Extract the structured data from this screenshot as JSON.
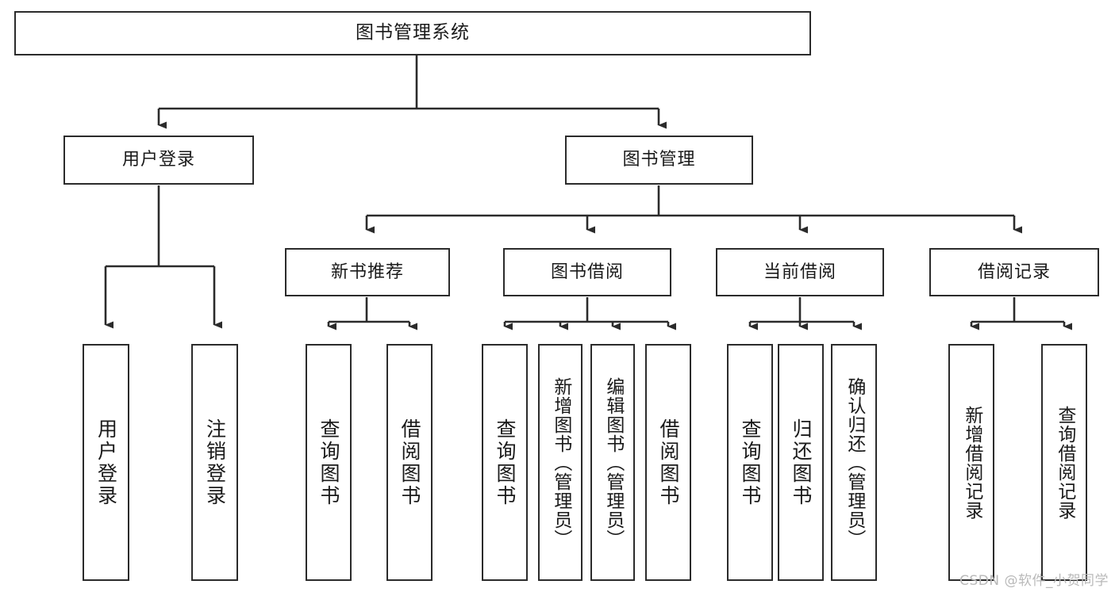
{
  "diagram": {
    "title": "图书管理系统",
    "type": "tree-hierarchy",
    "watermark": "CSDN @软件_小贺同学",
    "colors": {
      "node_border": "#2b2b2b",
      "node_fill": "#ffffff",
      "edge": "#2b2b2b",
      "text": "#1a1a1a",
      "watermark": "#b9b9b9",
      "background": "#ffffff"
    },
    "root": {
      "label": "图书管理系统"
    },
    "level2": [
      {
        "label": "用户登录"
      },
      {
        "label": "图书管理"
      }
    ],
    "level3": [
      {
        "label": "新书推荐"
      },
      {
        "label": "图书借阅"
      },
      {
        "label": "当前借阅"
      },
      {
        "label": "借阅记录"
      }
    ],
    "leaves": {
      "user_login": [
        {
          "label": "用户登录"
        },
        {
          "label": "注销登录"
        }
      ],
      "new_book_recommend": [
        {
          "label": "查询图书"
        },
        {
          "label": "借阅图书"
        }
      ],
      "book_borrow": [
        {
          "label": "查询图书"
        },
        {
          "label": "新增图书（管理员）"
        },
        {
          "label": "编辑图书（管理员）"
        },
        {
          "label": "借阅图书"
        }
      ],
      "current_borrow": [
        {
          "label": "查询图书"
        },
        {
          "label": "归还图书"
        },
        {
          "label": "确认归还（管理员）"
        }
      ],
      "borrow_record": [
        {
          "label": "新增借阅记录"
        },
        {
          "label": "查询借阅记录"
        }
      ]
    }
  }
}
